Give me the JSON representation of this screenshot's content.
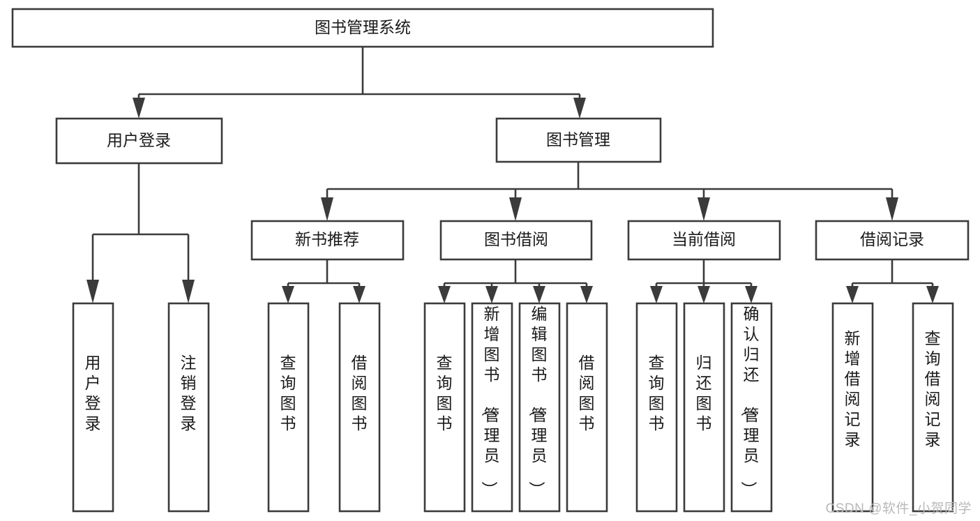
{
  "diagram": {
    "type": "tree-hierarchy-chart",
    "title": "图书管理系统",
    "watermark": "CSDN @软件_小贺同学",
    "colors": {
      "stroke": "#3b3b3b",
      "fill": "#ffffff",
      "text": "#1a1a1a",
      "watermark": "#b9b9b9",
      "background": "#ffffff"
    },
    "nodes": {
      "root": {
        "label": "图书管理系统"
      },
      "level2": [
        {
          "label": "用户登录"
        },
        {
          "label": "图书管理"
        }
      ],
      "level3": [
        {
          "label": "新书推荐"
        },
        {
          "label": "图书借阅"
        },
        {
          "label": "当前借阅"
        },
        {
          "label": "借阅记录"
        }
      ],
      "leaves": {
        "user_login": [
          {
            "label": "用户登录"
          },
          {
            "label": "注销登录"
          }
        ],
        "new_book_recommend": [
          {
            "label": "查询图书"
          },
          {
            "label": "借阅图书"
          }
        ],
        "book_borrow": [
          {
            "label": "查询图书"
          },
          {
            "label": "新增图书（管理员）"
          },
          {
            "label": "编辑图书（管理员）"
          },
          {
            "label": "借阅图书"
          }
        ],
        "current_borrow": [
          {
            "label": "查询图书"
          },
          {
            "label": "归还图书"
          },
          {
            "label": "确认归还（管理员）"
          }
        ],
        "borrow_record": [
          {
            "label": "新增借阅记录"
          },
          {
            "label": "查询借阅记录"
          }
        ]
      }
    }
  }
}
